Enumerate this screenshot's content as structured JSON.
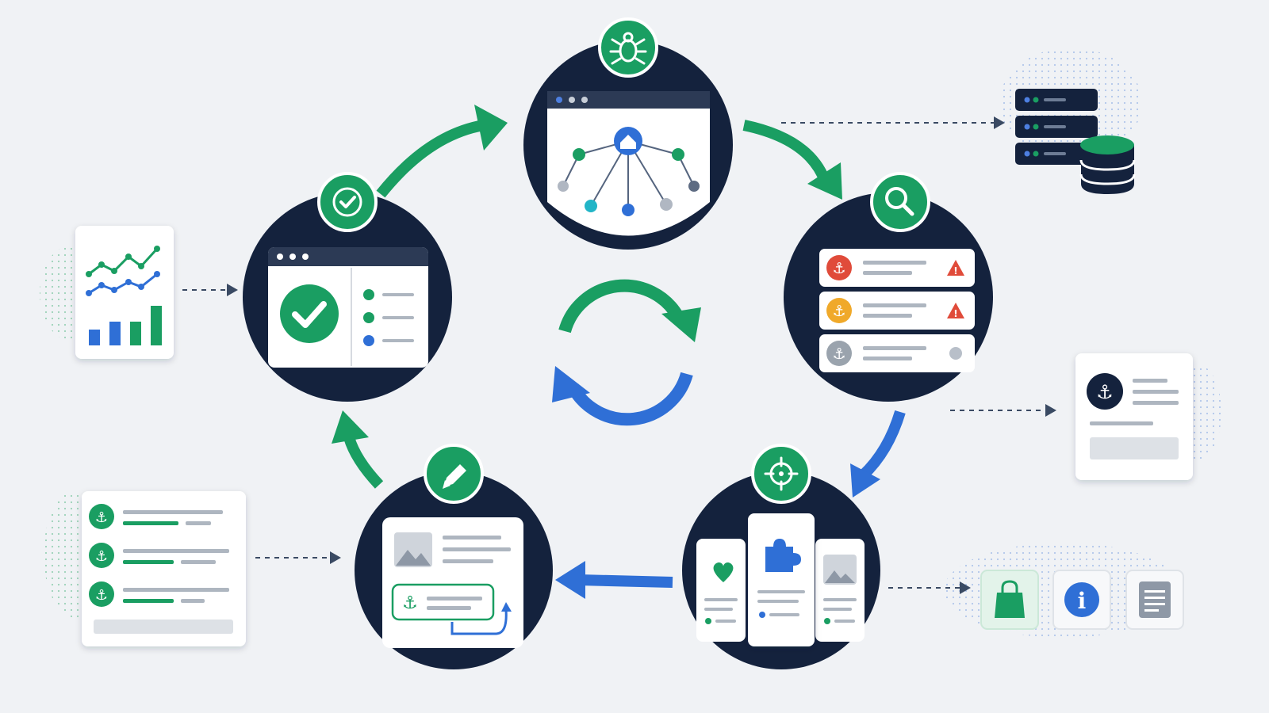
{
  "colors": {
    "background": "#f0f2f5",
    "navy": "#14223d",
    "green": "#1a9e62",
    "blue": "#2f6fd6",
    "red": "#e04b3a",
    "amber": "#f0a92a",
    "gray": "#9aa3ad",
    "card": "#ffffff",
    "line": "#aeb6c0"
  },
  "stages": [
    {
      "id": "crawl",
      "badge_icon": "bug-icon",
      "content": "site-map-tree"
    },
    {
      "id": "audit",
      "badge_icon": "magnifier-icon",
      "content": "anchor-issue-list"
    },
    {
      "id": "target",
      "badge_icon": "crosshair-icon",
      "content": "content-cards"
    },
    {
      "id": "edit",
      "badge_icon": "pencil-icon",
      "content": "link-insert-editor"
    },
    {
      "id": "verify",
      "badge_icon": "checkmark-icon",
      "content": "approved-window"
    }
  ],
  "issues": [
    {
      "severity": "critical",
      "color": "#e04b3a",
      "icon": "anchor-icon",
      "status_icon": "warning-triangle-icon"
    },
    {
      "severity": "warning",
      "color": "#f0a92a",
      "icon": "anchor-icon",
      "status_icon": "warning-triangle-icon"
    },
    {
      "severity": "ok",
      "color": "#9aa3ad",
      "icon": "anchor-icon",
      "status_icon": "gray-dot-icon"
    }
  ],
  "side_elements": [
    {
      "name": "database-servers",
      "icon": "database-icon"
    },
    {
      "name": "anchor-report-card",
      "icon": "anchor-icon"
    },
    {
      "name": "page-type-icons",
      "icons": [
        "shopping-bag-icon",
        "info-icon",
        "document-icon"
      ]
    },
    {
      "name": "anchor-checklist-card",
      "icon": "anchor-icon"
    },
    {
      "name": "analytics-chart-card",
      "icon": "line-bar-chart-icon"
    }
  ],
  "center_icon": "refresh-cycle-icon"
}
